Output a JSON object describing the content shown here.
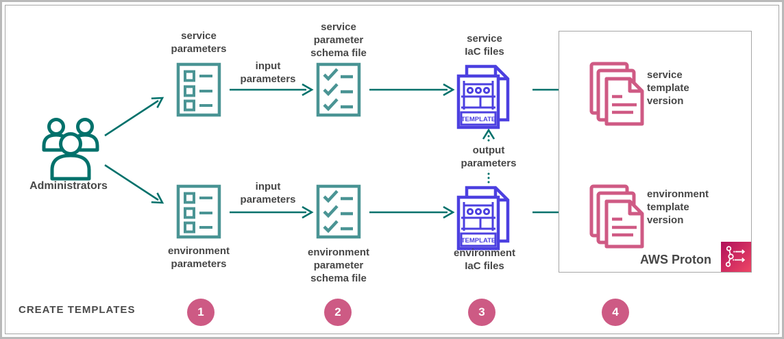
{
  "labels": {
    "administrators": "Administrators",
    "service_parameters": [
      "service",
      "parameters"
    ],
    "input_parameters": [
      "input",
      "parameters"
    ],
    "service_schema": [
      "service",
      "parameter",
      "schema file"
    ],
    "service_iac": [
      "service",
      "IaC files"
    ],
    "output_parameters": [
      "output",
      "parameters"
    ],
    "service_template_version": [
      "service",
      "template",
      "version"
    ],
    "environment_parameters": [
      "environment",
      "parameters"
    ],
    "environment_schema": [
      "environment",
      "parameter",
      "schema file"
    ],
    "environment_iac": [
      "environment",
      "IaC files"
    ],
    "environment_template_version": [
      "environment",
      "template",
      "version"
    ],
    "aws_proton": "AWS Proton",
    "template_badge": "TEMPLATE",
    "footer_title": "CREATE TEMPLATES",
    "steps": [
      "1",
      "2",
      "3",
      "4"
    ]
  },
  "icons": {
    "administrators": "people-group-icon",
    "parameters": "checkbox-list-icon",
    "schema": "checklist-check-icon",
    "iac": "template-documents-icon",
    "template_version": "document-stack-icon",
    "aws_proton": "proton-network-icon"
  },
  "colors": {
    "arrow_teal": "#00716b",
    "icon_teal": "#4a9494",
    "iac_purple": "#4c40e0",
    "doc_pink": "#cf5a84",
    "step_circle": "#cd5a84",
    "proton_gradient_start": "#b0105a",
    "proton_gradient_end": "#ee4666",
    "text_gray": "#474747",
    "frame_gray": "#b9b9b9"
  }
}
